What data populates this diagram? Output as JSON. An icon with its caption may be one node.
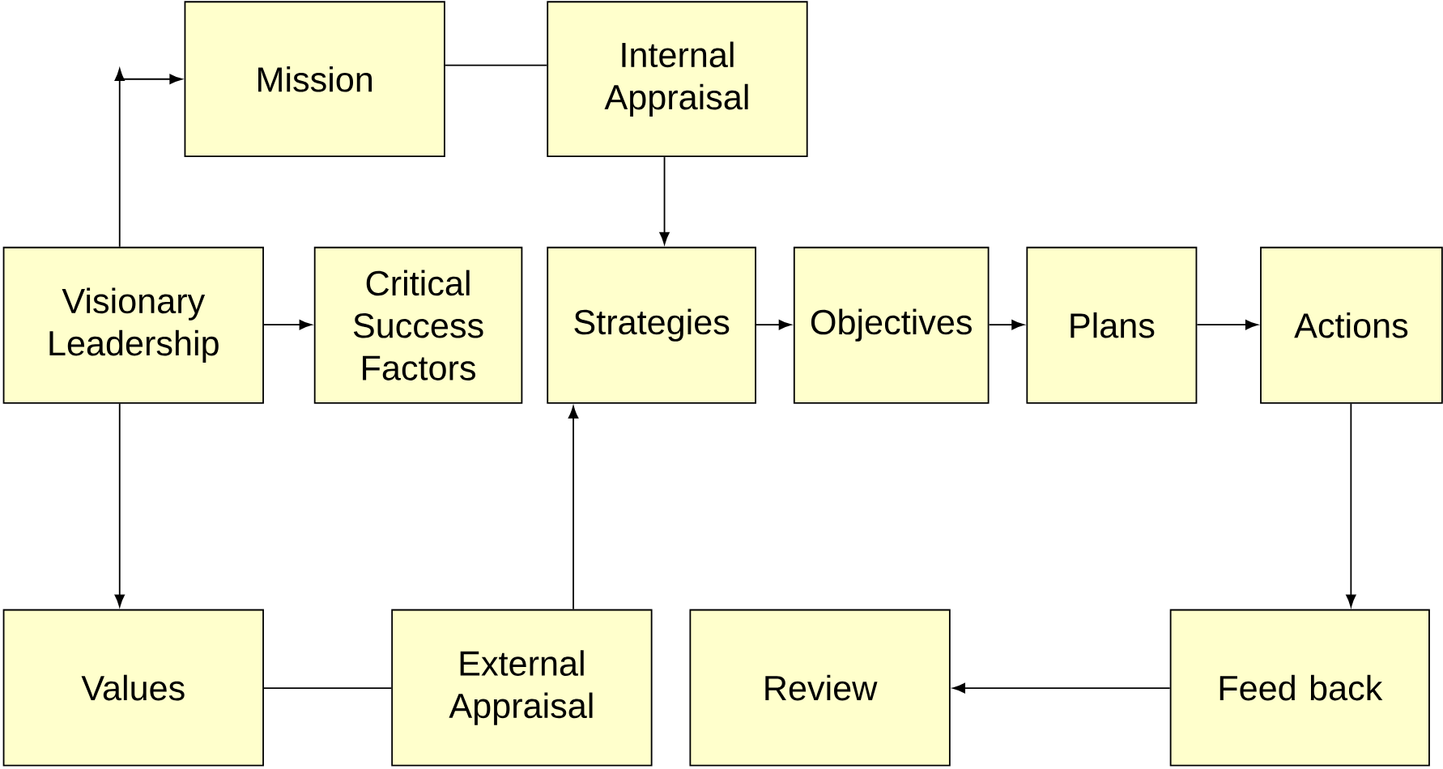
{
  "diagram": {
    "nodes": [
      {
        "text": [
          "Mission"
        ]
      },
      {
        "text": [
          "Internal Appraisal"
        ]
      },
      {
        "text": [
          "Visionary Leadership"
        ]
      },
      {
        "text": [
          "Critical Success Factors"
        ]
      },
      {
        "text": [
          "Strategies"
        ]
      },
      {
        "text": [
          "Objectives"
        ]
      },
      {
        "text": [
          "Plans"
        ]
      },
      {
        "text": [
          "Actions"
        ]
      },
      {
        "text": [
          "Values"
        ]
      },
      {
        "text": [
          "External Appraisal"
        ]
      },
      {
        "text": [
          "Review"
        ]
      },
      {
        "text": [
          "Feed back"
        ]
      }
    ],
    "edges": [
      {
        "from": 2,
        "to": 0,
        "arrow": "to"
      },
      {
        "from": 0,
        "to": 1,
        "arrow": "none"
      },
      {
        "from": 1,
        "to": 4,
        "arrow": "to"
      },
      {
        "from": 2,
        "to": 3,
        "arrow": "to"
      },
      {
        "from": 4,
        "to": 5,
        "arrow": "to"
      },
      {
        "from": 5,
        "to": 6,
        "arrow": "to"
      },
      {
        "from": 6,
        "to": 7,
        "arrow": "to"
      },
      {
        "from": 2,
        "to": 8,
        "arrow": "to"
      },
      {
        "from": 8,
        "to": 9,
        "arrow": "none"
      },
      {
        "from": 9,
        "to": 4,
        "arrow": "to"
      },
      {
        "from": 7,
        "to": 11,
        "arrow": "to"
      },
      {
        "from": 11,
        "to": 10,
        "arrow": "to"
      }
    ]
  }
}
